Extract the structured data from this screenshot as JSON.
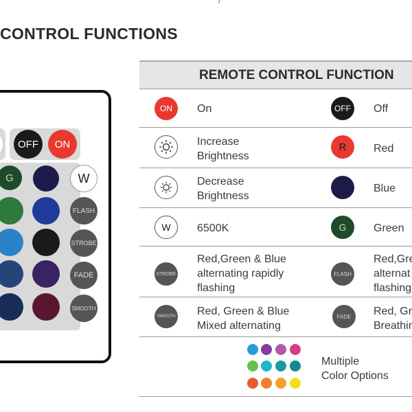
{
  "heading": "CONTROL FUNCTIONS",
  "top_mark": "/",
  "remote": {
    "buttons": {
      "off": "OFF",
      "on": "ON",
      "green": "G",
      "white": "W",
      "flash": "FLASH",
      "strobe": "STROBE",
      "fade": "FADE",
      "smooth": "SMOOTH"
    }
  },
  "table": {
    "title": "REMOTE CONTROL FUNCTION",
    "rows": [
      {
        "left_icon": "ON",
        "left_label": "On",
        "right_icon": "OFF",
        "right_label": "Off"
      },
      {
        "left_label_1": "Increase",
        "left_label_2": "Brightness",
        "right_icon": "R",
        "right_label": "Red"
      },
      {
        "left_label_1": "Decrease",
        "left_label_2": "Brightness",
        "right_label": "Blue"
      },
      {
        "left_icon": "W",
        "left_label": "6500K",
        "right_icon": "G",
        "right_label": "Green"
      },
      {
        "left_icon": "STROBE",
        "left_label_1": "Red,Green & Blue",
        "left_label_2": "alternating rapidly",
        "left_label_3": "flashing",
        "right_icon": "FLASH",
        "right_label_1": "Red,Gre",
        "right_label_2": "alternat",
        "right_label_3": "flashing"
      },
      {
        "left_icon": "SMOOTH",
        "left_label_1": "Red, Green & Blue",
        "left_label_2": "Mixed alternating",
        "right_icon": "FADE",
        "right_label_1": "Red, Gr",
        "right_label_2": "Breathin"
      },
      {
        "label_1": "Multiple",
        "label_2": "Color Options"
      }
    ]
  },
  "colors": {
    "red": "#e8392f",
    "black": "#1a1a1a",
    "navy": "#1c1b4a",
    "dark_green": "#1f4a2a",
    "grey_button": "#555555"
  }
}
